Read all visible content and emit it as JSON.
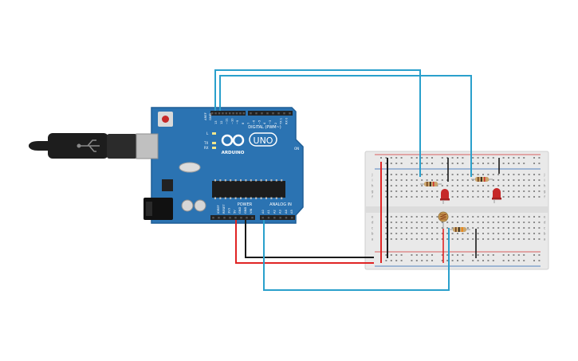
{
  "canvas": {
    "background": "#ffffff"
  },
  "arduino": {
    "model_label": "UNO",
    "brand_label": "ARDUINO",
    "digital_header_label": "DIGITAL (PWM~)",
    "power_label": "POWER",
    "analog_label": "ANALOG IN",
    "aref_label": "AREF",
    "gnd_label": "GND",
    "tx_label": "TX",
    "rx_label": "RX",
    "l_label": "L",
    "on_label": "ON",
    "pin_labels_top": [
      "13",
      "12",
      "~11",
      "~10",
      "~9",
      "8",
      "7",
      "~6",
      "~5",
      "4",
      "~3",
      "2",
      "TX 1",
      "RX 0"
    ],
    "pin_labels_power": [
      "IOREF",
      "RESET",
      "3V3",
      "5V",
      "GND",
      "GND",
      "VIN"
    ],
    "pin_labels_analog": [
      "A0",
      "A1",
      "A2",
      "A3",
      "A4",
      "A5"
    ],
    "colors": {
      "board": "#2b73b2",
      "board_edge": "#1f5e96",
      "header": "#222222",
      "chip": "#1c1c1c"
    }
  },
  "breadboard": {
    "row_letters_top": [
      "j",
      "i",
      "h",
      "g",
      "f"
    ],
    "row_letters_bottom": [
      "e",
      "d",
      "c",
      "b",
      "a"
    ],
    "colors": {
      "body": "#e9e9e9",
      "hole": "#8a8a8a",
      "rail_red": "#d32f2f",
      "rail_blue": "#1f5fb2"
    }
  },
  "components": {
    "resistor_color": "#c9a46a",
    "led_color": "#c62828",
    "photoresistor_color": "#c79a52"
  },
  "wires": {
    "colors": {
      "signal": "#2aa0cc",
      "power": "#e02424",
      "ground": "#1a1a1a"
    }
  },
  "usb_cable": {
    "colors": {
      "cable": "#1d1d1d",
      "connector": "#c9c9c9"
    }
  }
}
